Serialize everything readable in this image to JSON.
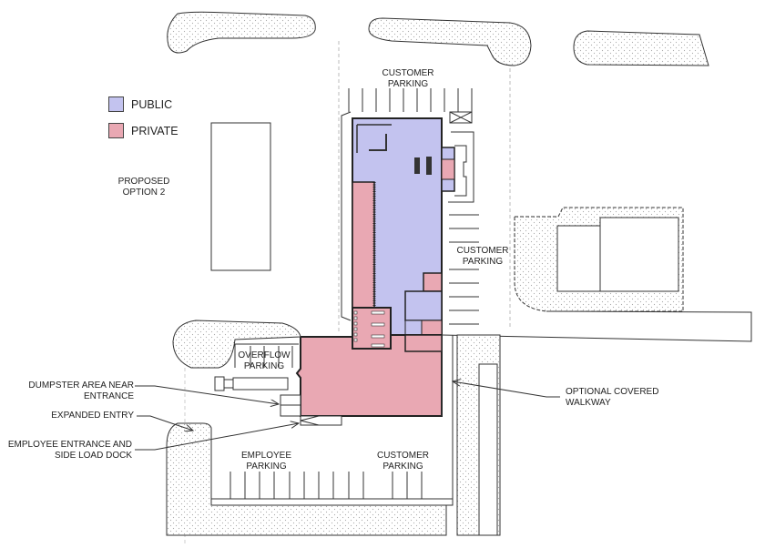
{
  "legend": {
    "items": [
      {
        "label": "PUBLIC",
        "color": "#c3c3ef"
      },
      {
        "label": "PRIVATE",
        "color": "#e9a8b3"
      }
    ]
  },
  "labels": {
    "proposed": [
      "PROPOSED",
      "OPTION 2"
    ],
    "customer_parking_top": [
      "CUSTOMER",
      "PARKING"
    ],
    "customer_parking_right": [
      "CUSTOMER",
      "PARKING"
    ],
    "customer_parking_bottom": [
      "CUSTOMER",
      "PARKING"
    ],
    "employee_parking": [
      "EMPLOYEE",
      "PARKING"
    ],
    "overflow_parking": [
      "OVERFLOW",
      "PARKING"
    ],
    "dumpster": [
      "DUMPSTER AREA NEAR",
      "ENTRANCE"
    ],
    "expanded_entry": [
      "EXPANDED ENTRY"
    ],
    "employee_entrance": [
      "EMPLOYEE ENTRANCE AND",
      "SIDE LOAD DOCK"
    ],
    "covered_walkway": [
      "OPTIONAL COVERED",
      "WALKWAY"
    ]
  },
  "colors": {
    "public": "#c3c3ef",
    "private": "#e9a8b3",
    "line": "#333333",
    "dot": "#bbbbbb"
  }
}
